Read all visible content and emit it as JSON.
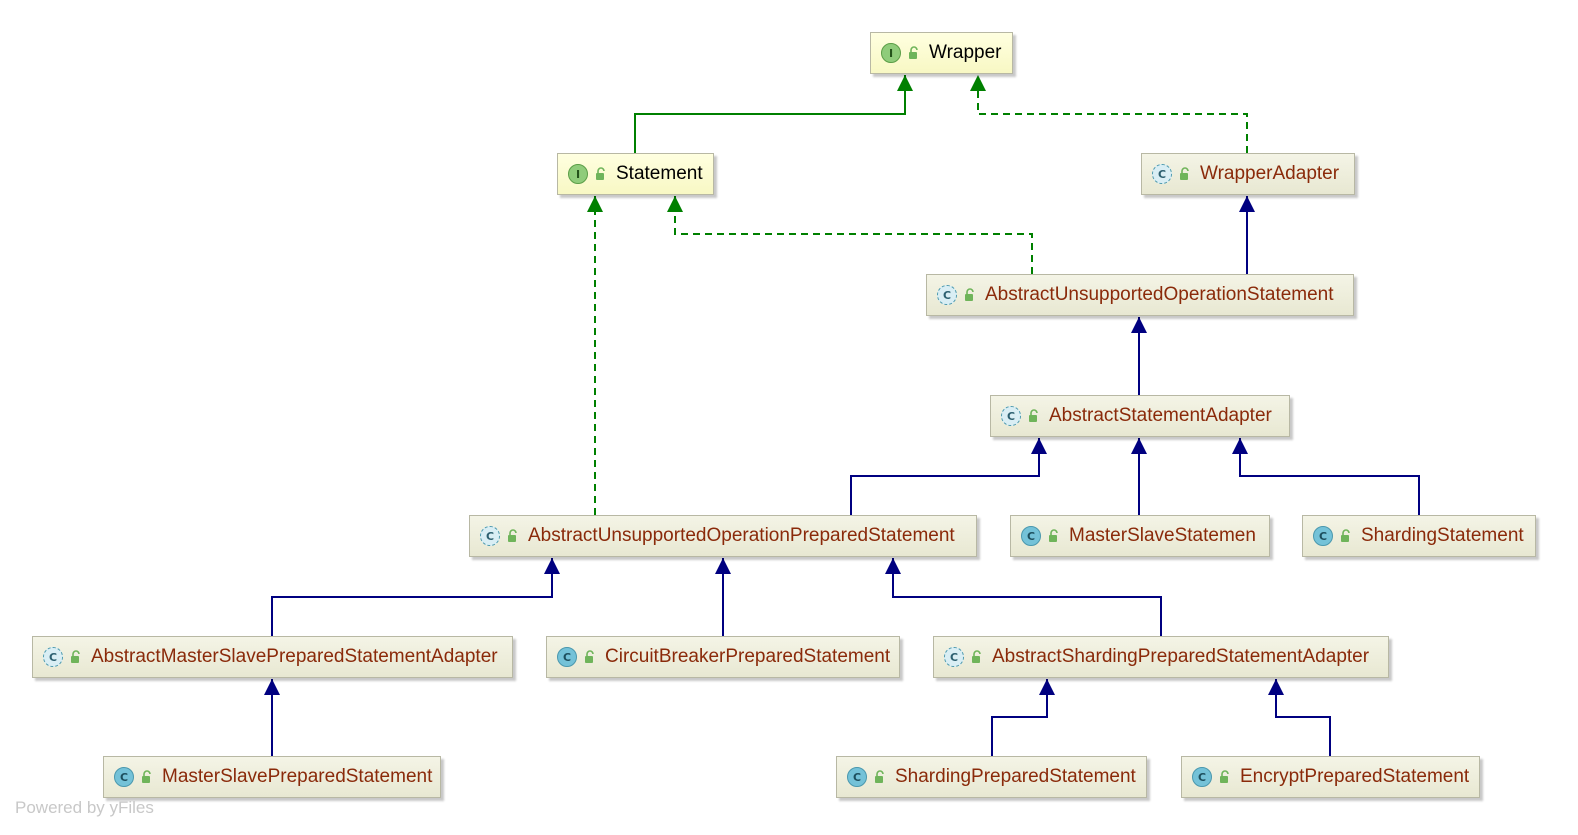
{
  "diagram": {
    "nodes": [
      {
        "id": "wrapper",
        "label": "Wrapper",
        "kind": "interface"
      },
      {
        "id": "statement",
        "label": "Statement",
        "kind": "interface"
      },
      {
        "id": "wrapper-adapter",
        "label": "WrapperAdapter",
        "kind": "abstract"
      },
      {
        "id": "abstract-unsupported-operation-statement",
        "label": "AbstractUnsupportedOperationStatement",
        "kind": "abstract"
      },
      {
        "id": "abstract-statement-adapter",
        "label": "AbstractStatementAdapter",
        "kind": "abstract"
      },
      {
        "id": "abstract-unsupported-operation-prepared-statement",
        "label": "AbstractUnsupportedOperationPreparedStatement",
        "kind": "abstract"
      },
      {
        "id": "master-slave-statement",
        "label": "MasterSlaveStatemen",
        "kind": "class"
      },
      {
        "id": "sharding-statement",
        "label": "ShardingStatement",
        "kind": "class"
      },
      {
        "id": "abstract-master-slave-prepared-statement-adapter",
        "label": "AbstractMasterSlavePreparedStatementAdapter",
        "kind": "abstract"
      },
      {
        "id": "circuit-breaker-prepared-statement",
        "label": "CircuitBreakerPreparedStatement",
        "kind": "class"
      },
      {
        "id": "abstract-sharding-prepared-statement-adapter",
        "label": "AbstractShardingPreparedStatementAdapter",
        "kind": "abstract"
      },
      {
        "id": "master-slave-prepared-statement",
        "label": "MasterSlavePreparedStatement",
        "kind": "class"
      },
      {
        "id": "sharding-prepared-statement",
        "label": "ShardingPreparedStatement",
        "kind": "class"
      },
      {
        "id": "encrypt-prepared-statement",
        "label": "EncryptPreparedStatement",
        "kind": "class"
      }
    ],
    "edges": [
      {
        "from": "statement",
        "to": "wrapper",
        "type": "extends-interface"
      },
      {
        "from": "wrapper-adapter",
        "to": "wrapper",
        "type": "implements"
      },
      {
        "from": "abstract-unsupported-operation-statement",
        "to": "statement",
        "type": "implements"
      },
      {
        "from": "abstract-unsupported-operation-statement",
        "to": "wrapper-adapter",
        "type": "extends"
      },
      {
        "from": "abstract-statement-adapter",
        "to": "abstract-unsupported-operation-statement",
        "type": "extends"
      },
      {
        "from": "abstract-unsupported-operation-prepared-statement",
        "to": "statement",
        "type": "implements"
      },
      {
        "from": "abstract-unsupported-operation-prepared-statement",
        "to": "abstract-statement-adapter",
        "type": "extends"
      },
      {
        "from": "master-slave-statement",
        "to": "abstract-statement-adapter",
        "type": "extends"
      },
      {
        "from": "sharding-statement",
        "to": "abstract-statement-adapter",
        "type": "extends"
      },
      {
        "from": "abstract-master-slave-prepared-statement-adapter",
        "to": "abstract-unsupported-operation-prepared-statement",
        "type": "extends"
      },
      {
        "from": "circuit-breaker-prepared-statement",
        "to": "abstract-unsupported-operation-prepared-statement",
        "type": "extends"
      },
      {
        "from": "abstract-sharding-prepared-statement-adapter",
        "to": "abstract-unsupported-operation-prepared-statement",
        "type": "extends"
      },
      {
        "from": "master-slave-prepared-statement",
        "to": "abstract-master-slave-prepared-statement-adapter",
        "type": "extends"
      },
      {
        "from": "sharding-prepared-statement",
        "to": "abstract-sharding-prepared-statement-adapter",
        "type": "extends"
      },
      {
        "from": "encrypt-prepared-statement",
        "to": "abstract-sharding-prepared-statement-adapter",
        "type": "extends"
      }
    ],
    "colors": {
      "extends": "#000080",
      "implements": "#008000"
    },
    "badge_letters": {
      "interface": "I",
      "class": "C"
    },
    "watermark": "Powered by yFiles"
  }
}
